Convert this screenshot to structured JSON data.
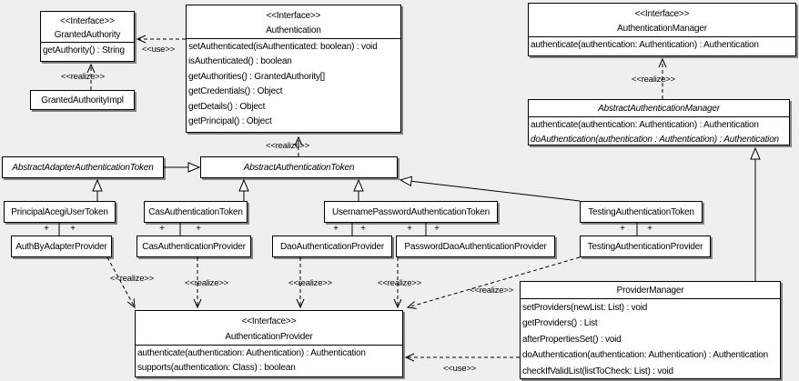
{
  "stereotypes": {
    "interface": "<<Interface>>",
    "use": "<<use>>",
    "realize": "<<realize>>",
    "plus": "+"
  },
  "classes": {
    "granted_authority": {
      "name": "GrantedAuthority",
      "methods": [
        "getAuthority() : String"
      ]
    },
    "granted_authority_impl": {
      "name": "GrantedAuthorityImpl"
    },
    "authentication": {
      "name": "Authentication",
      "methods": [
        "setAuthenticated(isAuthenticated: boolean) : void",
        "isAuthenticated() : boolean",
        "getAuthorities() : GrantedAuthority[]",
        "getCredentials() : Object",
        "getDetails() : Object",
        "getPrincipal() : Object"
      ]
    },
    "authentication_manager": {
      "name": "AuthenticationManager",
      "methods": [
        "authenticate(authentication: Authentication) : Authentication"
      ]
    },
    "abstract_authentication_manager": {
      "name": "AbstractAuthenticationManager",
      "methods": [
        "authenticate(authentication: Authentication) : Authentication",
        "doAuthentication(authentication : Authentication) : Authentication"
      ]
    },
    "abstract_adapter_authentication_token": {
      "name": "AbstractAdapterAuthenticationToken"
    },
    "abstract_authentication_token": {
      "name": "AbstractAuthenticationToken"
    },
    "principal_acegi_user_token": {
      "name": "PrincipalAcegiUserToken"
    },
    "cas_authentication_token": {
      "name": "CasAuthenticationToken"
    },
    "username_password_authentication_token": {
      "name": "UsernamePasswordAuthenticationToken"
    },
    "testing_authentication_token": {
      "name": "TestingAuthenticationToken"
    },
    "auth_by_adapter_provider": {
      "name": "AuthByAdapterProvider"
    },
    "cas_authentication_provider": {
      "name": "CasAuthenticationProvider"
    },
    "dao_authentication_provider": {
      "name": "DaoAuthenticationProvider"
    },
    "password_dao_authentication_provider": {
      "name": "PasswordDaoAuthenticationProvider"
    },
    "testing_authentication_provider": {
      "name": "TestingAuthenticationProvider"
    },
    "authentication_provider": {
      "name": "AuthenticationProvider",
      "methods": [
        "authenticate(authentication: Authentication) : Authentication",
        "supports(authentication: Class) : boolean"
      ]
    },
    "provider_manager": {
      "name": "ProviderManager",
      "methods": [
        "setProviders(newList: List) : void",
        "getProviders() : List",
        "afterPropertiesSet() : void",
        "doAuthentication(authentication: Authentication) : Authentication",
        "checkIfValidList(listToCheck: List) : void"
      ]
    }
  }
}
